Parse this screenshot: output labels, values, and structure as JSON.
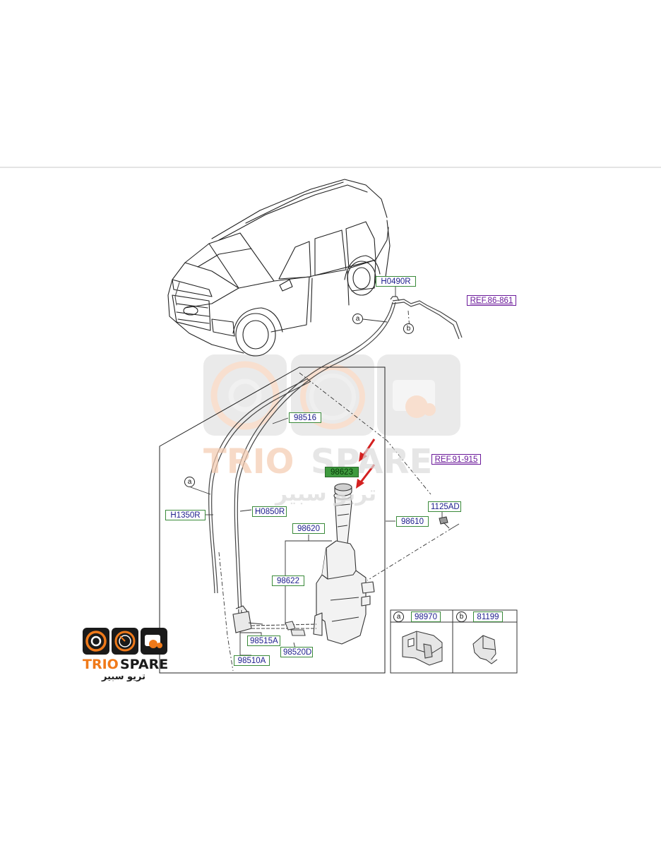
{
  "watermark": {
    "brand_left": "TRIO",
    "brand_right": "SPARE",
    "arabic": "تريو سبير"
  },
  "logo": {
    "brand_left": "TRIO",
    "brand_right": "SPARE",
    "arabic": "تريو سبير",
    "accent_color": "#f07a1a",
    "dark_color": "#1a1a1a"
  },
  "callouts": {
    "h0490r": "H0490R",
    "ref_86_861": "REF.86-861",
    "p98516": "98516",
    "p98623": "98623",
    "ref_91_915": "REF.91-915",
    "p1125ad": "1125AD",
    "h1350r": "H1350R",
    "h0850r": "H0850R",
    "p98620": "98620",
    "p98610": "98610",
    "p98622": "98622",
    "p98515a": "98515A",
    "p98510a": "98510A",
    "p98520d": "98520D"
  },
  "markers": {
    "a": "a",
    "b": "b"
  },
  "inset": {
    "cell_a": {
      "marker": "a",
      "part": "98970"
    },
    "cell_b": {
      "marker": "b",
      "part": "81199"
    }
  },
  "colors": {
    "label_border": "#3a8a3a",
    "label_text": "#1c1c8c",
    "ref_text": "#6b1a9a",
    "highlight_fill": "#3e9a3e",
    "arrow_red": "#d42020"
  }
}
